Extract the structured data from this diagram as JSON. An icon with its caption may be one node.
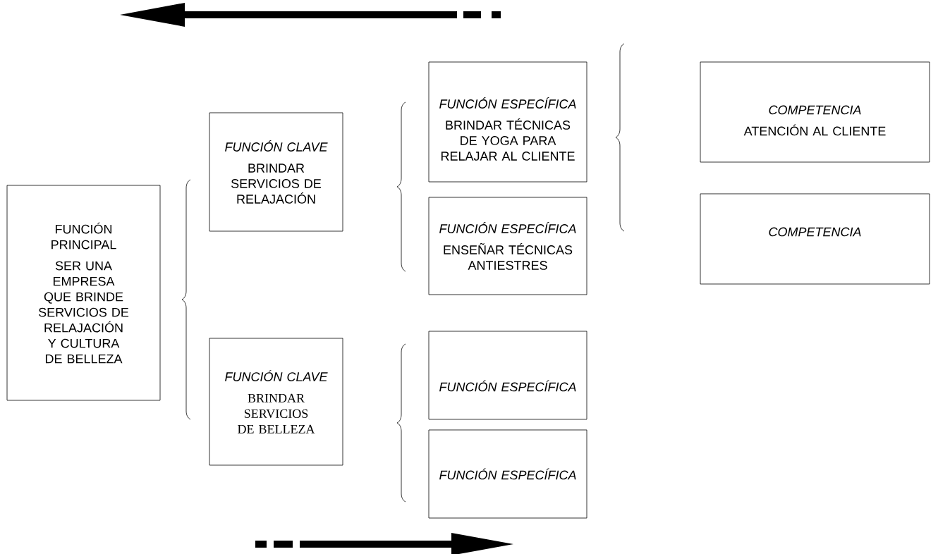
{
  "diagram": {
    "nodes": [
      {
        "text": [
          "FUNCIÓN PRINCIPAL",
          "SER UNA EMPRESA QUE BRINDE SERVICIOS DE RELAJACIÓN Y CULTURA DE BELLEZA"
        ]
      },
      {
        "text": [
          "FUNCIÓN CLAVE",
          "BRINDAR SERVICIOS DE RELAJACIÓN"
        ]
      },
      {
        "text": [
          "FUNCIÓN CLAVE",
          "BRINDAR SERVICIOS DE BELLEZA"
        ]
      },
      {
        "text": [
          "FUNCIÓN ESPECÍFICA",
          "BRINDAR TÉCNICAS DE YOGA PARA RELAJAR AL CLIENTE"
        ]
      },
      {
        "text": [
          "FUNCIÓN  ESPECÍFICA",
          "ENSEÑAR TÉCNICAS ANTIESTRES"
        ]
      },
      {
        "text": [
          "FUNCIÓN ESPECÍFICA"
        ]
      },
      {
        "text": [
          "FUNCIÓN ESPECÍFICA"
        ]
      },
      {
        "text": [
          "COMPETENCIA",
          "ATENCIÓN AL CLIENTE"
        ]
      },
      {
        "text": [
          "COMPETENCIA"
        ]
      }
    ]
  }
}
